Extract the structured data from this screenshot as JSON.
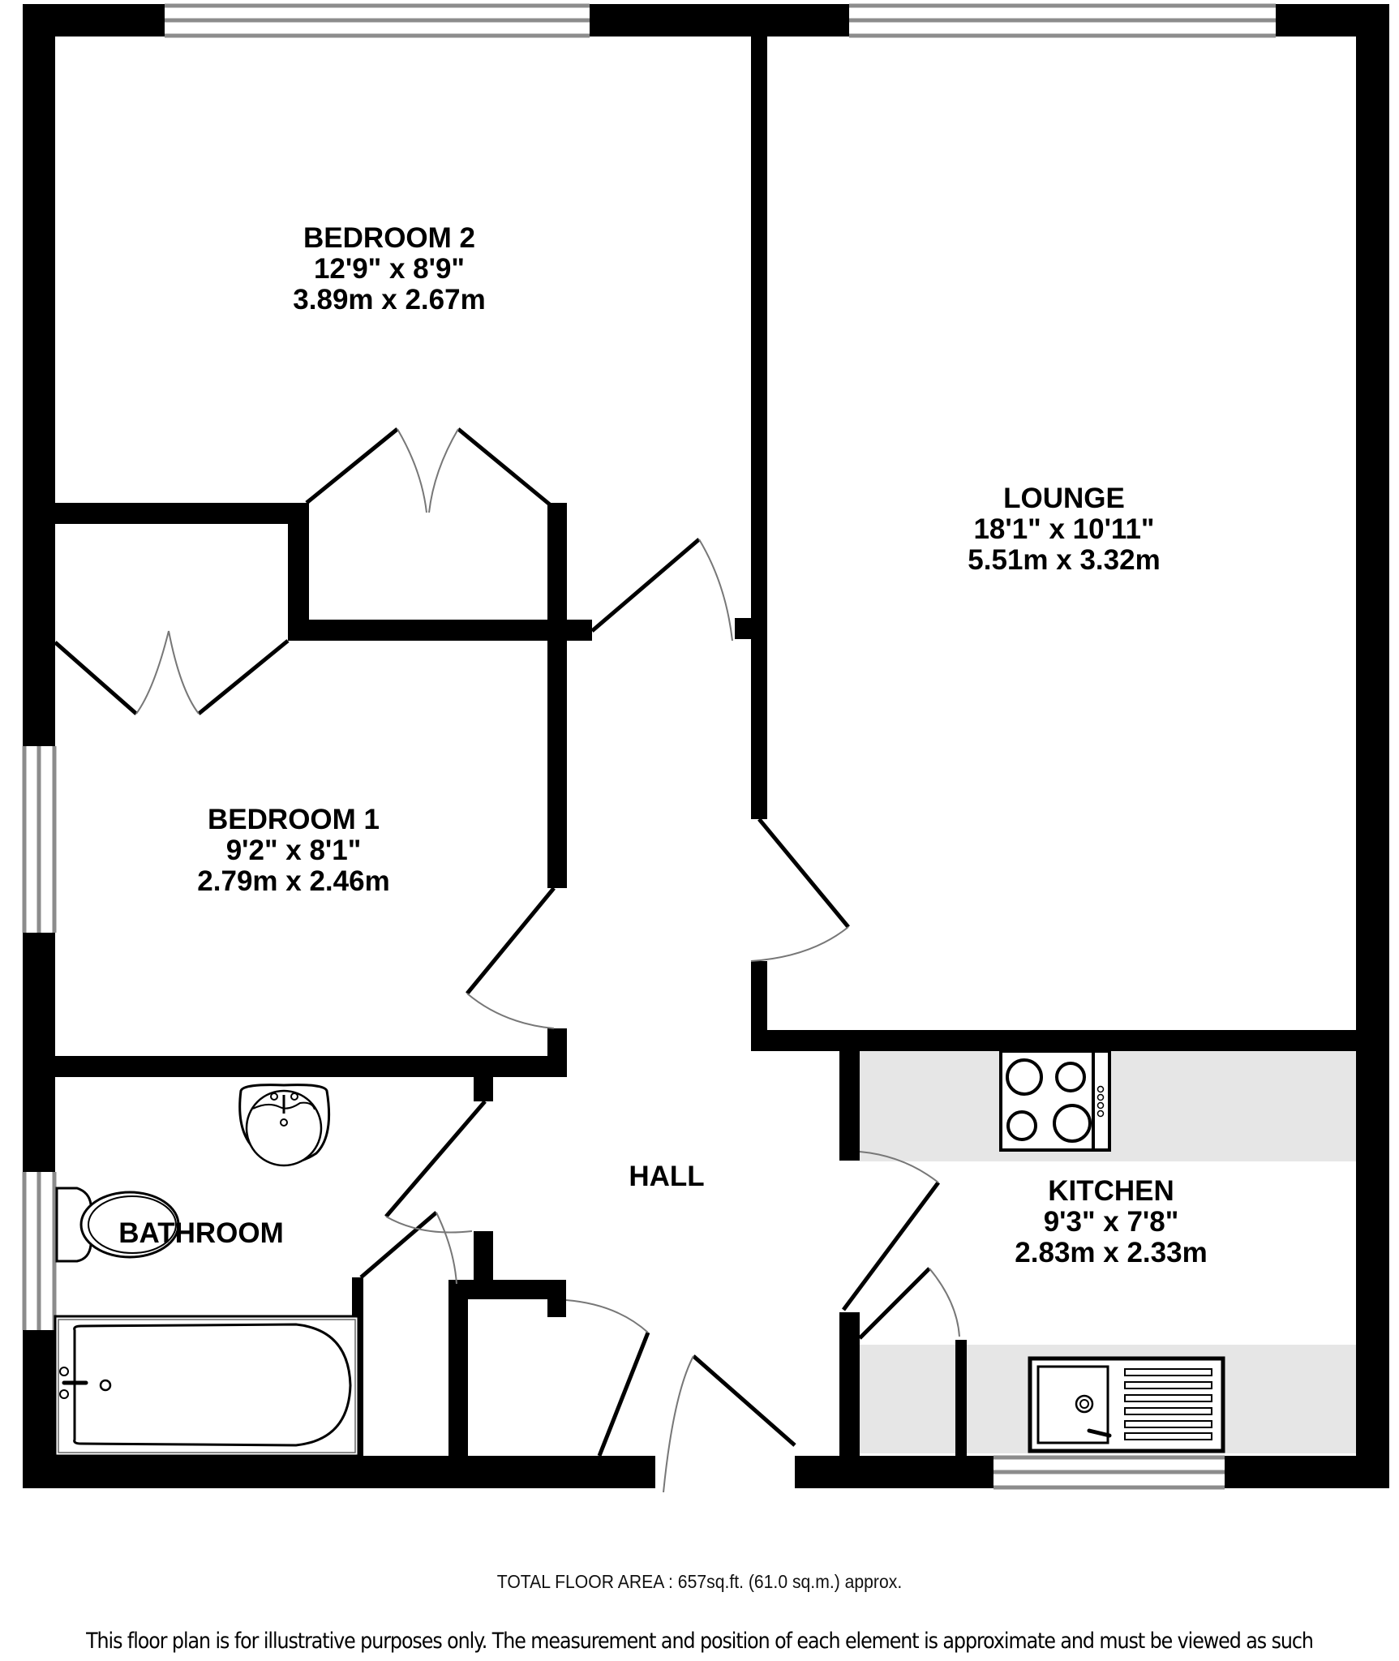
{
  "floor_plan": {
    "rooms": [
      {
        "id": "bedroom-2",
        "name": "BEDROOM 2",
        "imperial": "12'9\"  x 8'9\"",
        "metric": "3.89m  x 2.67m"
      },
      {
        "id": "lounge",
        "name": "LOUNGE",
        "imperial": "18'1\"  x 10'11\"",
        "metric": "5.51m  x 3.32m"
      },
      {
        "id": "bedroom-1",
        "name": "BEDROOM 1",
        "imperial": "9'2\"  x 8'1\"",
        "metric": "2.79m  x 2.46m"
      },
      {
        "id": "hall",
        "name": "HALL"
      },
      {
        "id": "kitchen",
        "name": "KITCHEN",
        "imperial": "9'3\"  x 7'8\"",
        "metric": "2.83m  x 2.33m"
      },
      {
        "id": "bathroom",
        "name": "BATHROOM"
      }
    ],
    "fixtures": [
      "hob-icon",
      "sink-icon",
      "washbasin-icon",
      "toilet-icon",
      "bathtub-icon",
      "window-icon",
      "door-swing-icon",
      "wardrobe-doors-icon"
    ],
    "colors": {
      "wall": "#000000",
      "window": "#8c8c8c",
      "worktop": "#e6e6e6",
      "door_arc": "#777777"
    }
  },
  "footer": {
    "total_area": "TOTAL FLOOR AREA : 657sq.ft. (61.0 sq.m.) approx.",
    "disclaimer": "This floor plan is for illustrative purposes only. The measurement and position of each element is approximate and must be viewed as such"
  }
}
